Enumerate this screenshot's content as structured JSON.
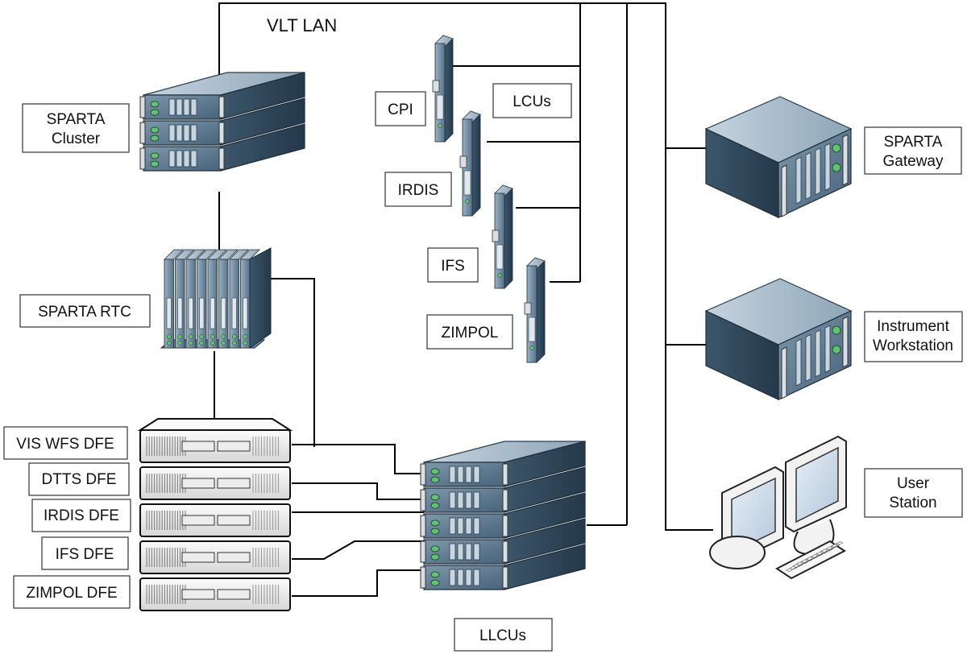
{
  "diagram": {
    "network": {
      "title": "VLT LAN"
    },
    "labels": {
      "sparta_cluster_1": "SPARTA",
      "sparta_cluster_2": "Cluster",
      "sparta_rtc": "SPARTA RTC",
      "vis_wfs_dfe": "VIS WFS DFE",
      "dtts_dfe": "DTTS DFE",
      "irdis_dfe": "IRDIS DFE",
      "ifs_dfe": "IFS DFE",
      "zimpol_dfe": "ZIMPOL DFE",
      "cpi": "CPI",
      "lcus": "LCUs",
      "irdis": "IRDIS",
      "ifs": "IFS",
      "zimpol": "ZIMPOL",
      "llcus": "LLCUs",
      "sparta_gateway_1": "SPARTA",
      "sparta_gateway_2": "Gateway",
      "instrument_workstation_1": "Instrument",
      "instrument_workstation_2": "Workstation",
      "user_station_1": "User",
      "user_station_2": "Station"
    },
    "colors": {
      "rack_front": "#5d7a92",
      "rack_side": "#2f4659",
      "rack_top": "#a9bccc",
      "led": "#5fc46f",
      "dfe_body": "#f4f4f4",
      "monitor_screen": "#cfdcea"
    }
  }
}
